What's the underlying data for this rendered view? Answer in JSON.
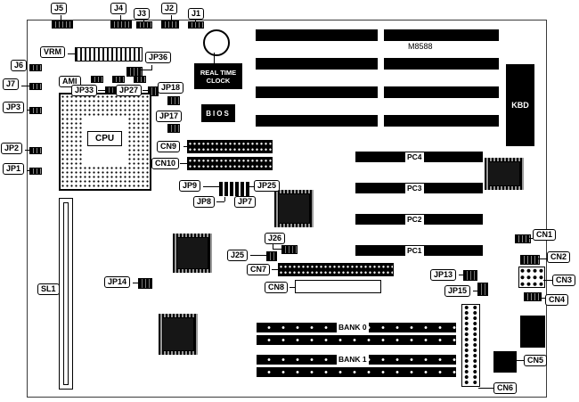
{
  "board": {
    "model": "M8588"
  },
  "labels": {
    "j1": "J1",
    "j2": "J2",
    "j3": "J3",
    "j4": "J4",
    "j5": "J5",
    "j6": "J6",
    "j7": "J7",
    "j25": "J25",
    "j26": "J26",
    "jp1": "JP1",
    "jp2": "JP2",
    "jp3": "JP3",
    "jp7": "JP7",
    "jp8": "JP8",
    "jp9": "JP9",
    "jp13": "JP13",
    "jp14": "JP14",
    "jp15": "JP15",
    "jp17": "JP17",
    "jp18": "JP18",
    "jp25": "JP25",
    "jp27": "JP27",
    "jp33": "JP33",
    "jp36": "JP36",
    "vrm": "VRM",
    "ami": "AMI",
    "sl1": "SL1",
    "cn1": "CN1",
    "cn2": "CN2",
    "cn3": "CN3",
    "cn4": "CN4",
    "cn5": "CN5",
    "cn6": "CN6",
    "cn7": "CN7",
    "cn8": "CN8",
    "cn9": "CN9",
    "cn10": "CN10",
    "cpu": "CPU",
    "kbd": "KBD",
    "bios": "BIOS",
    "rtc_line1": "REAL TIME",
    "rtc_line2": "CLOCK",
    "pc1": "PC1",
    "pc2": "PC2",
    "pc3": "PC3",
    "pc4": "PC4",
    "bank0": "BANK 0",
    "bank1": "BANK 1"
  }
}
